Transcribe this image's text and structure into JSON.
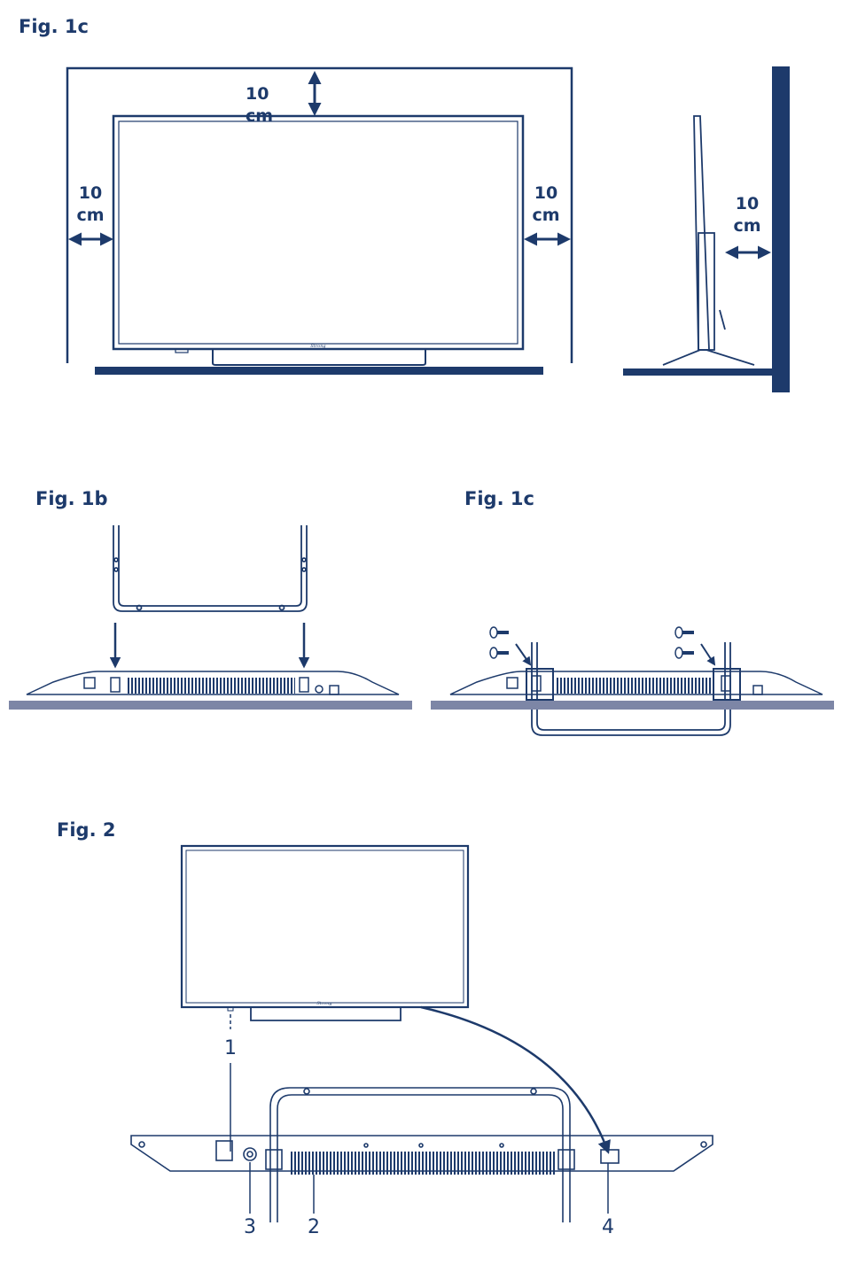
{
  "figures": {
    "placement": {
      "title": "Fig. 1c",
      "top_gap": "10 cm",
      "left_gap_line1": "10",
      "left_gap_line2": "cm",
      "right_gap_line1": "10",
      "right_gap_line2": "cm",
      "wall_gap_line1": "10",
      "wall_gap_line2": "cm",
      "brand_mark": "Strong"
    },
    "stand_insert": {
      "title": "Fig. 1b"
    },
    "stand_screws": {
      "title": "Fig. 1c"
    },
    "connections": {
      "title": "Fig. 2",
      "brand_mark": "Strong",
      "callouts": [
        "1",
        "2",
        "3",
        "4"
      ]
    }
  },
  "colors": {
    "line": "#1d3a6b",
    "floor": "#1d3a6b",
    "table": "#7d86a6"
  }
}
